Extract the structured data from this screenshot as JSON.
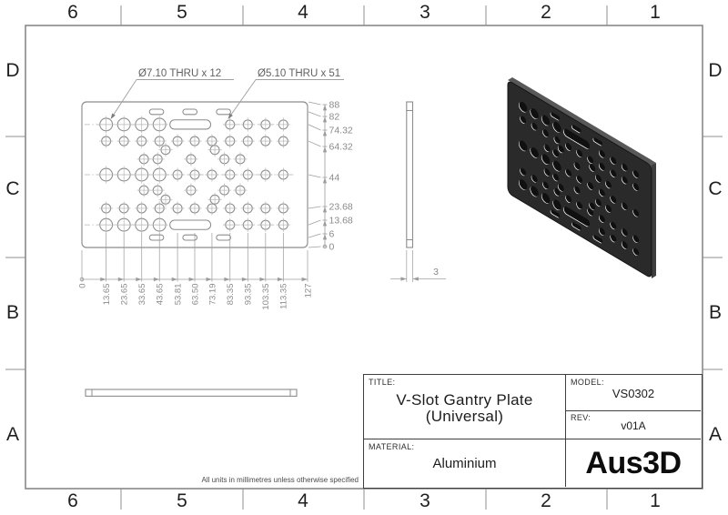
{
  "sheet": {
    "border": {
      "column_labels": [
        "6",
        "5",
        "4",
        "3",
        "2",
        "1"
      ],
      "row_labels": [
        "D",
        "C",
        "B",
        "A"
      ]
    },
    "note": "All units in millimetres unless otherwise specified"
  },
  "title_block": {
    "title_label": "TITLE:",
    "title_line1": "V-Slot Gantry Plate",
    "title_line2": "(Universal)",
    "material_label": "MATERIAL:",
    "material": "Aluminium",
    "model_label": "MODEL:",
    "model": "VS0302",
    "rev_label": "REV:",
    "rev": "v01A",
    "logo": "Aus3D"
  },
  "callouts": {
    "large_holes": "Ø7.10 THRU x 12",
    "small_holes": "Ø5.10 THRU x 51",
    "thickness": "3"
  },
  "dimensions": {
    "x_ordinates": [
      "0",
      "13.65",
      "23.65",
      "33.65",
      "43.65",
      "53.81",
      "63.50",
      "73.19",
      "83.35",
      "93.35",
      "103.35",
      "113.35",
      "127"
    ],
    "y_ordinates": [
      "88",
      "82",
      "74.32",
      "64.32",
      "44",
      "23.68",
      "13.68",
      "6",
      "0"
    ]
  },
  "plate": {
    "width_mm": 127,
    "height_mm": 88,
    "thickness_mm": 3,
    "columns_mm": [
      13.65,
      23.65,
      33.65,
      43.65,
      53.81,
      63.5,
      73.19,
      83.35,
      93.35,
      103.35,
      113.35
    ],
    "large_hole_rows_mm": [
      74.32,
      44,
      13.68
    ],
    "large_hole_cols_mm": [
      13.65,
      23.65,
      33.65,
      43.65
    ],
    "small_hole_rows": [
      {
        "v": 74.32,
        "u": [
          83.35,
          93.35,
          103.35,
          113.35
        ]
      },
      {
        "v": 64.32,
        "u": [
          13.65,
          23.65,
          33.65,
          43.65,
          53.81,
          63.5,
          73.19,
          83.35,
          93.35,
          103.35,
          113.35
        ]
      },
      {
        "v": 59.0,
        "u": [
          47.1,
          74.8
        ]
      },
      {
        "v": 53.4,
        "u": [
          34.9,
          42.6,
          61.4,
          80.2,
          89.1
        ]
      },
      {
        "v": 44.0,
        "u": [
          53.81,
          63.5,
          73.19,
          83.35,
          93.35,
          103.35,
          113.35
        ]
      },
      {
        "v": 34.6,
        "u": [
          34.9,
          42.6,
          61.4,
          80.2,
          89.1
        ]
      },
      {
        "v": 29.0,
        "u": [
          47.1,
          74.8
        ]
      },
      {
        "v": 23.68,
        "u": [
          13.65,
          23.65,
          33.65,
          43.65,
          53.81,
          63.5,
          73.19,
          83.35,
          93.35,
          103.35,
          113.35
        ]
      },
      {
        "v": 13.68,
        "u": [
          83.35,
          93.35,
          103.35,
          113.35
        ]
      }
    ],
    "small_slot_rows_mm": [
      82,
      6
    ],
    "small_slot_centers_mm": [
      42,
      60.8,
      79.7
    ],
    "small_slot_len_mm": 8,
    "small_slot_h_mm": 3.2,
    "large_slot_rows_mm": [
      74.32,
      13.68
    ],
    "large_slot_span_mm": [
      49.5,
      72.5
    ],
    "large_slot_h_mm": 5.6,
    "hole_dia_large_mm": 7.1,
    "hole_dia_small_mm": 5.1
  },
  "colors": {
    "line": "#8c8c8c",
    "centerline": "#b5b5b5",
    "dim": "#9f9f9f",
    "dim_text": "#8a8a8a",
    "callout_text": "#616161",
    "frame": "#8f8f8f",
    "iso_face": "#2a2a2a",
    "iso_back": "#4a4a4a",
    "iso_top_edge": "#585858",
    "iso_right_edge": "#3e3e3e",
    "iso_hole": "#101010",
    "iso_highlight": "#ffffff"
  }
}
